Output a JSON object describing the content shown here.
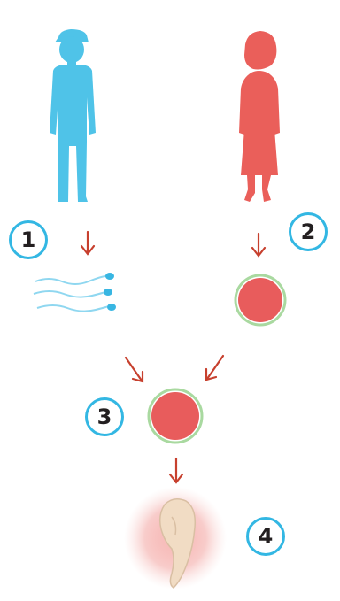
{
  "steps": [
    {
      "number": "1"
    },
    {
      "number": "2"
    },
    {
      "number": "3"
    },
    {
      "number": "4"
    }
  ],
  "colors": {
    "male": "#4fc3e8",
    "female": "#ea5f5a",
    "arrow": "#c7402e",
    "badge_border": "#33b7e3",
    "egg_fill": "#e85c5c",
    "egg_rim": "#a9d9a0",
    "embryo": "#f1dcc4"
  },
  "icons": [
    "male-figure-icon",
    "female-figure-icon",
    "sperm-icon",
    "egg-icon",
    "zygote-icon",
    "embryo-icon",
    "arrow-icon"
  ]
}
